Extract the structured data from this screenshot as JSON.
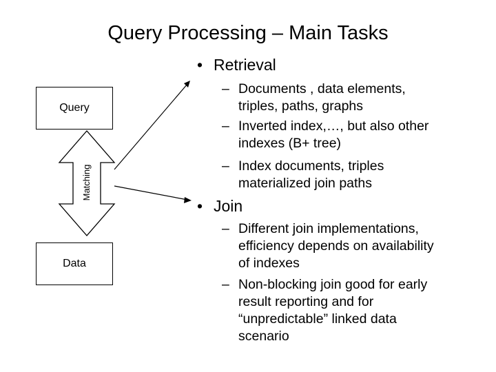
{
  "slide": {
    "title": "Query Processing – Main Tasks"
  },
  "diagram": {
    "query_label": "Query",
    "data_label": "Data",
    "matching_label": "Matching"
  },
  "bullets": {
    "retrieval": {
      "label": "Retrieval",
      "items": [
        "Documents , data elements,\ntriples, paths, graphs",
        "Inverted index,…, but also other\nindexes (B+ tree)",
        "Index documents, triples\nmaterialized join paths"
      ]
    },
    "join": {
      "label": "Join",
      "items": [
        "Different join implementations,\nefficiency depends on availability\nof indexes",
        "Non-blocking join good for early\nresult reporting and for\n“unpredictable” linked data\nscenario"
      ]
    },
    "bullet_glyph": "•",
    "dash_glyph": "–"
  }
}
